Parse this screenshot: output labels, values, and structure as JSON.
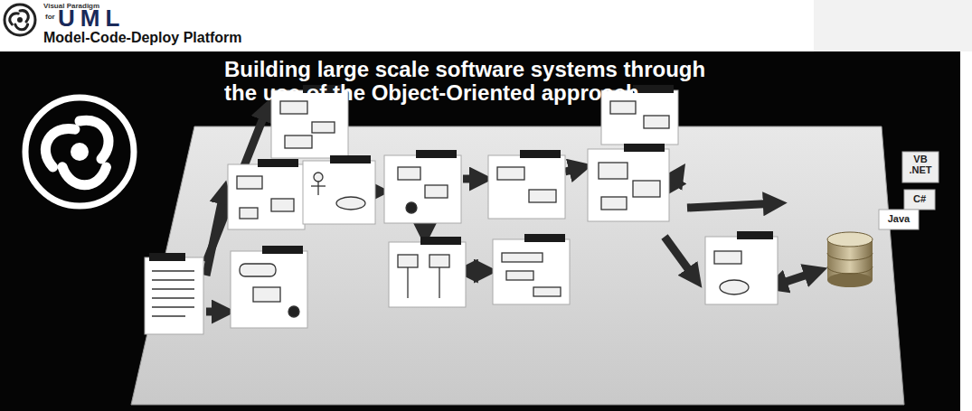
{
  "diagram": {
    "title": "Building large scale software systems through the use of the Object-Oriented approach",
    "labels": [
      "Visual Paradigm",
      "for",
      "UML",
      "Model-Code-Deploy Platform",
      "VB .NET",
      "C#",
      "Java"
    ]
  }
}
